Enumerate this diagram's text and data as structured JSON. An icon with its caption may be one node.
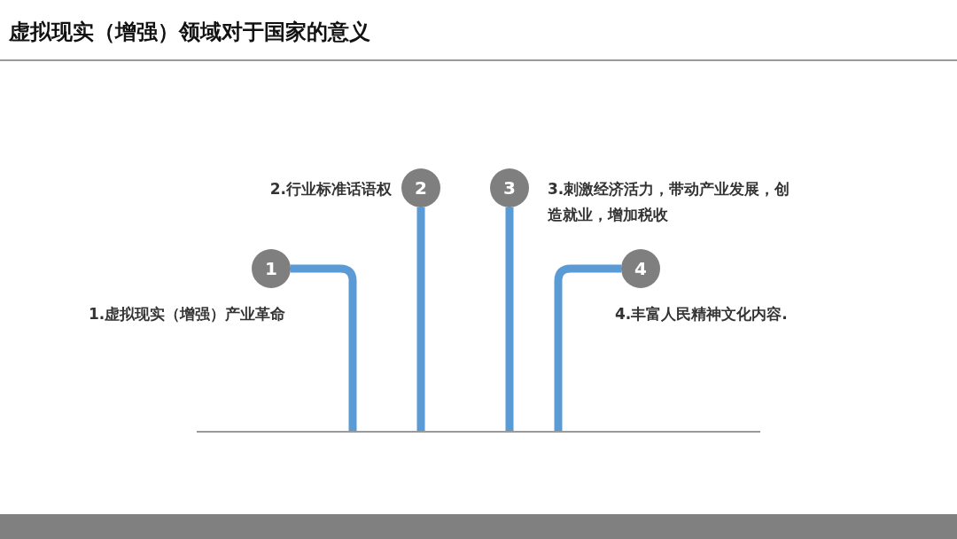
{
  "diagram": {
    "title": "虚拟现实（增强）领域对于国家的意义",
    "nodes": [
      {
        "text": [
          "1"
        ],
        "beside": [
          "1.虚拟现实（增强）产业革命"
        ]
      },
      {
        "text": [
          "2"
        ],
        "beside": [
          "2.行业标准话语权"
        ]
      },
      {
        "text": [
          "3"
        ],
        "beside": [
          "3.刺激经济活力，带动产业发展，创造就业，增加税收"
        ]
      },
      {
        "text": [
          "4"
        ],
        "beside": [
          "4.丰富人民精神文化内容."
        ]
      },
      {
        "text": [],
        "shape": "bar"
      }
    ],
    "edges": [
      {
        "from": 0,
        "to": 4,
        "arrow": "none"
      },
      {
        "from": 1,
        "to": 4,
        "arrow": "none"
      },
      {
        "from": 2,
        "to": 4,
        "arrow": "none"
      },
      {
        "from": 3,
        "to": 4,
        "arrow": "none"
      }
    ]
  }
}
